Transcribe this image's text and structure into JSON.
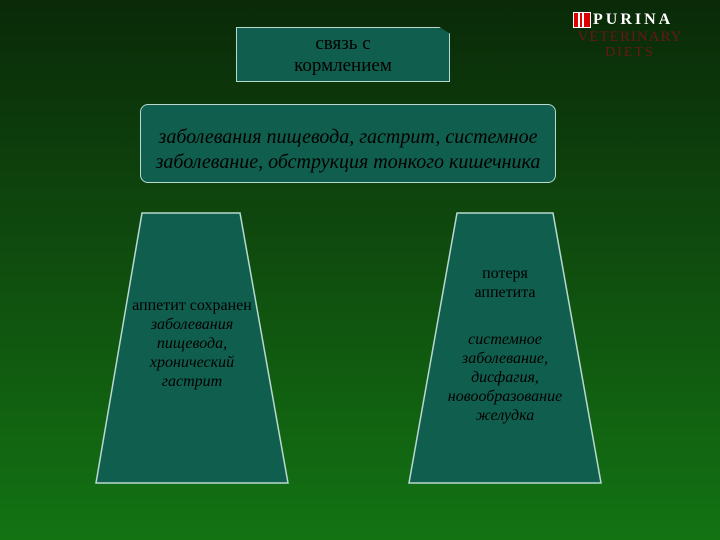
{
  "logo": {
    "brand": "PURINA",
    "line1": "VETERINARY",
    "line2": "DIETS"
  },
  "top_box": {
    "line1": "связь с",
    "line2": "кормлением"
  },
  "mid_box": {
    "text": "заболевания пищевода, гастрит, системное заболевание, обструкция тонкого кишечника"
  },
  "left_column": {
    "heading": "аппетит сохранен",
    "lines": [
      "заболевания",
      "пищевода,",
      "хронический",
      "гастрит"
    ]
  },
  "right_column": {
    "heading_lines": [
      "потеря",
      "аппетита"
    ],
    "lines": [
      "системное",
      "заболевание,",
      "дисфагия,",
      "новообразование",
      "желудка"
    ]
  },
  "colors": {
    "box_fill": "#105e4e",
    "box_border": "#b8d8d0",
    "background_top": "#0a2a08",
    "background_bottom": "#137313"
  }
}
